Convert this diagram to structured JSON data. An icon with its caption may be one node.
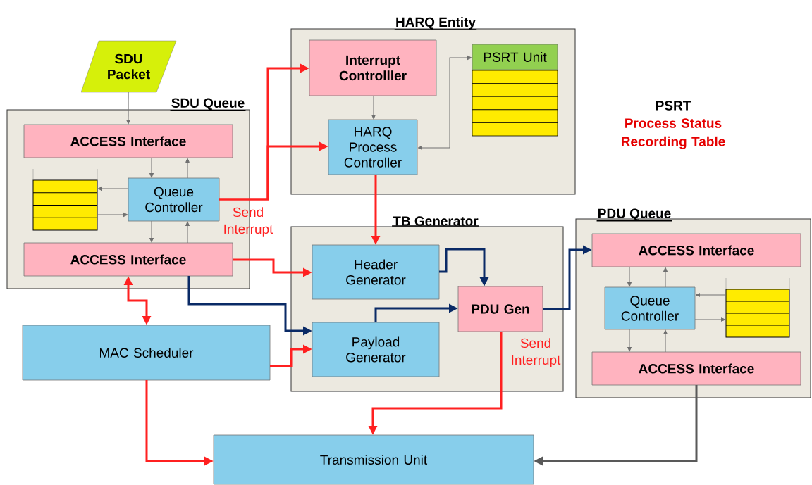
{
  "diagram": {
    "nodes": [
      {
        "text": [
          "SDU Packet"
        ]
      },
      {
        "text": [
          "SDU Queue"
        ]
      },
      {
        "text": [
          "ACCESS Interface"
        ],
        "in": 1
      },
      {
        "text": [],
        "shape": "stack",
        "in": 1
      },
      {
        "text": [
          "Queue Controller"
        ],
        "in": 1
      },
      {
        "text": [
          "ACCESS Interface"
        ],
        "in": 1
      },
      {
        "text": [
          "HARQ Entity"
        ]
      },
      {
        "text": [
          "Interrupt Controlller"
        ],
        "in": 6
      },
      {
        "text": [
          "HARQ Process Controller"
        ],
        "in": 6
      },
      {
        "text": [
          "PSRT Unit"
        ],
        "in": 6
      },
      {
        "text": [
          "TB Generator"
        ]
      },
      {
        "text": [
          "Header Generator"
        ],
        "in": 10
      },
      {
        "text": [
          "Payload Generator"
        ],
        "in": 10
      },
      {
        "text": [
          "PDU Gen"
        ],
        "in": 10
      },
      {
        "text": [
          "PDU Queue"
        ]
      },
      {
        "text": [
          "ACCESS Interface"
        ],
        "in": 14
      },
      {
        "text": [
          "Queue Controller"
        ],
        "in": 14
      },
      {
        "text": [],
        "shape": "stack",
        "in": 14
      },
      {
        "text": [
          "ACCESS Interface"
        ],
        "in": 14
      },
      {
        "text": [
          "MAC Scheduler"
        ]
      },
      {
        "text": [
          "Transmission Unit"
        ]
      }
    ],
    "edges": [
      {
        "from": 0,
        "to": 2,
        "arrow": "to"
      },
      {
        "from": 2,
        "to": 4,
        "arrow": "to"
      },
      {
        "from": 4,
        "to": 2,
        "arrow": "to"
      },
      {
        "from": 4,
        "to": 3,
        "arrow": "to"
      },
      {
        "from": 3,
        "to": 4,
        "arrow": "to"
      },
      {
        "from": 4,
        "to": 5,
        "arrow": "to"
      },
      {
        "from": 5,
        "to": 4,
        "arrow": "to"
      },
      {
        "from": 4,
        "to": 7,
        "arrow": "to",
        "label": "Send Interrupt",
        "style": "thick",
        "color": "#ff2020"
      },
      {
        "from": 4,
        "to": 8,
        "arrow": "to",
        "style": "thick",
        "color": "#ff2020"
      },
      {
        "from": 7,
        "to": 8,
        "arrow": "to"
      },
      {
        "from": 8,
        "to": 9,
        "arrow": "both"
      },
      {
        "from": 8,
        "to": 11,
        "arrow": "to",
        "style": "thick",
        "color": "#ff2020"
      },
      {
        "from": 5,
        "to": 11,
        "arrow": "to",
        "style": "thick",
        "color": "#ff2020"
      },
      {
        "from": 5,
        "to": 12,
        "arrow": "to",
        "style": "thick",
        "color": "#0a2a66"
      },
      {
        "from": 5,
        "to": 19,
        "arrow": "both",
        "style": "thick",
        "color": "#ff2020"
      },
      {
        "from": 19,
        "to": 12,
        "arrow": "to",
        "style": "thick",
        "color": "#ff2020"
      },
      {
        "from": 19,
        "to": 20,
        "arrow": "to",
        "style": "thick",
        "color": "#ff2020"
      },
      {
        "from": 11,
        "to": 13,
        "arrow": "to",
        "style": "thick",
        "color": "#0a2a66"
      },
      {
        "from": 12,
        "to": 13,
        "arrow": "to",
        "style": "thick",
        "color": "#0a2a66"
      },
      {
        "from": 13,
        "to": 15,
        "arrow": "to",
        "style": "thick",
        "color": "#0a2a66"
      },
      {
        "from": 13,
        "to": 20,
        "arrow": "to",
        "label": "Send Interrupt",
        "style": "thick",
        "color": "#ff2020"
      },
      {
        "from": 15,
        "to": 16,
        "arrow": "to"
      },
      {
        "from": 16,
        "to": 15,
        "arrow": "to"
      },
      {
        "from": 17,
        "to": 16,
        "arrow": "to"
      },
      {
        "from": 16,
        "to": 17,
        "arrow": "to"
      },
      {
        "from": 16,
        "to": 18,
        "arrow": "to"
      },
      {
        "from": 18,
        "to": 16,
        "arrow": "to"
      },
      {
        "from": 18,
        "to": 20,
        "arrow": "to",
        "style": "thick",
        "color": "#595959"
      }
    ],
    "labels": [
      "PSRT",
      "Process Status Recording Table"
    ]
  }
}
